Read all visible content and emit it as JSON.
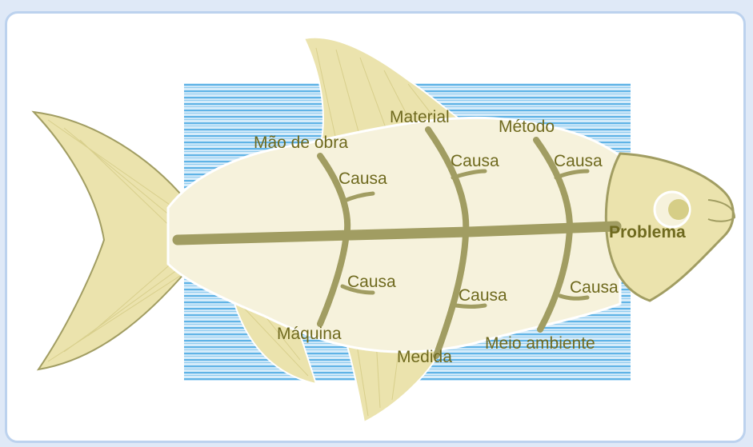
{
  "diagram": {
    "problem": "Problema",
    "categories": {
      "mao_de_obra": "Mão de obra",
      "material": "Material",
      "metodo": "Método",
      "maquina": "Máquina",
      "medida": "Medida",
      "meio_ambiente": "Meio ambiente"
    },
    "cause_label": "Causa"
  },
  "colors": {
    "bone": "#a19d62",
    "label": "#6f6a1f",
    "fish_body": "#f6f2dc",
    "fin": "#ebe3ad",
    "background_stripe": "#5fb3e6",
    "frame_border": "#bcd2ee"
  }
}
